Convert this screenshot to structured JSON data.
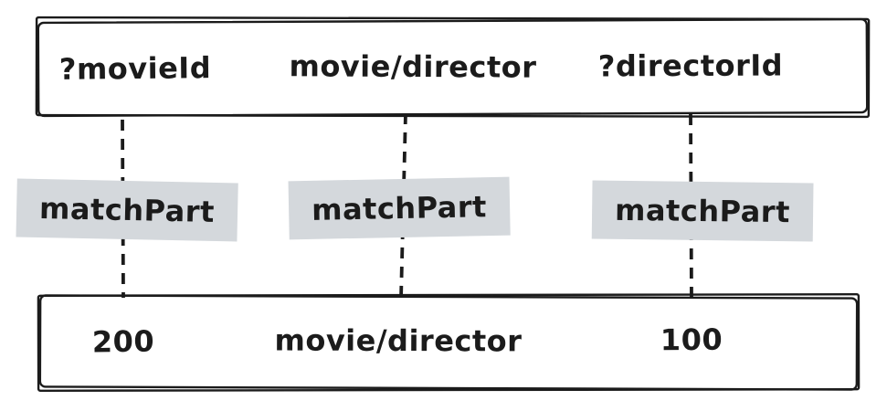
{
  "colors": {
    "canvas_bg": "#ffffff",
    "stroke": "#1b1b1b",
    "label_bg": "#d4d8dc"
  },
  "top_box": {
    "cells": [
      "?movieId",
      "movie/director",
      "?directorId"
    ]
  },
  "connectors": [
    {
      "label": "matchPart"
    },
    {
      "label": "matchPart"
    },
    {
      "label": "matchPart"
    }
  ],
  "bottom_box": {
    "cells": [
      "200",
      "movie/director",
      "100"
    ]
  }
}
